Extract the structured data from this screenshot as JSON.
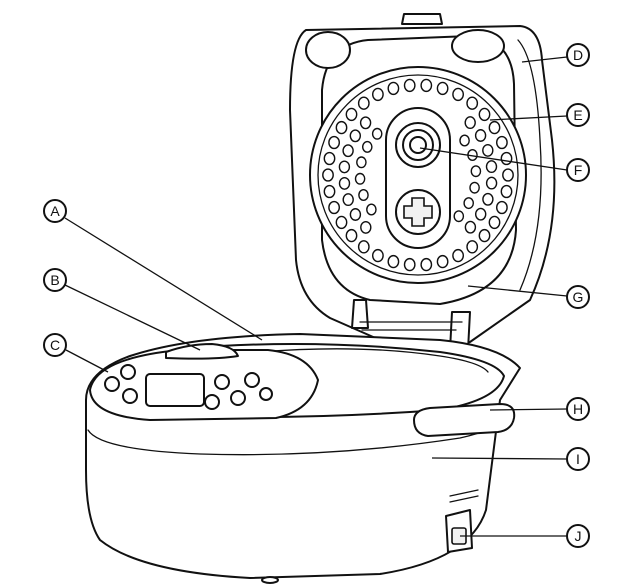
{
  "callouts": [
    {
      "id": "A",
      "label": "A"
    },
    {
      "id": "B",
      "label": "B"
    },
    {
      "id": "C",
      "label": "C"
    },
    {
      "id": "D",
      "label": "D"
    },
    {
      "id": "E",
      "label": "E"
    },
    {
      "id": "F",
      "label": "F"
    },
    {
      "id": "G",
      "label": "G"
    },
    {
      "id": "H",
      "label": "H"
    },
    {
      "id": "I",
      "label": "I"
    },
    {
      "id": "J",
      "label": "J"
    }
  ]
}
